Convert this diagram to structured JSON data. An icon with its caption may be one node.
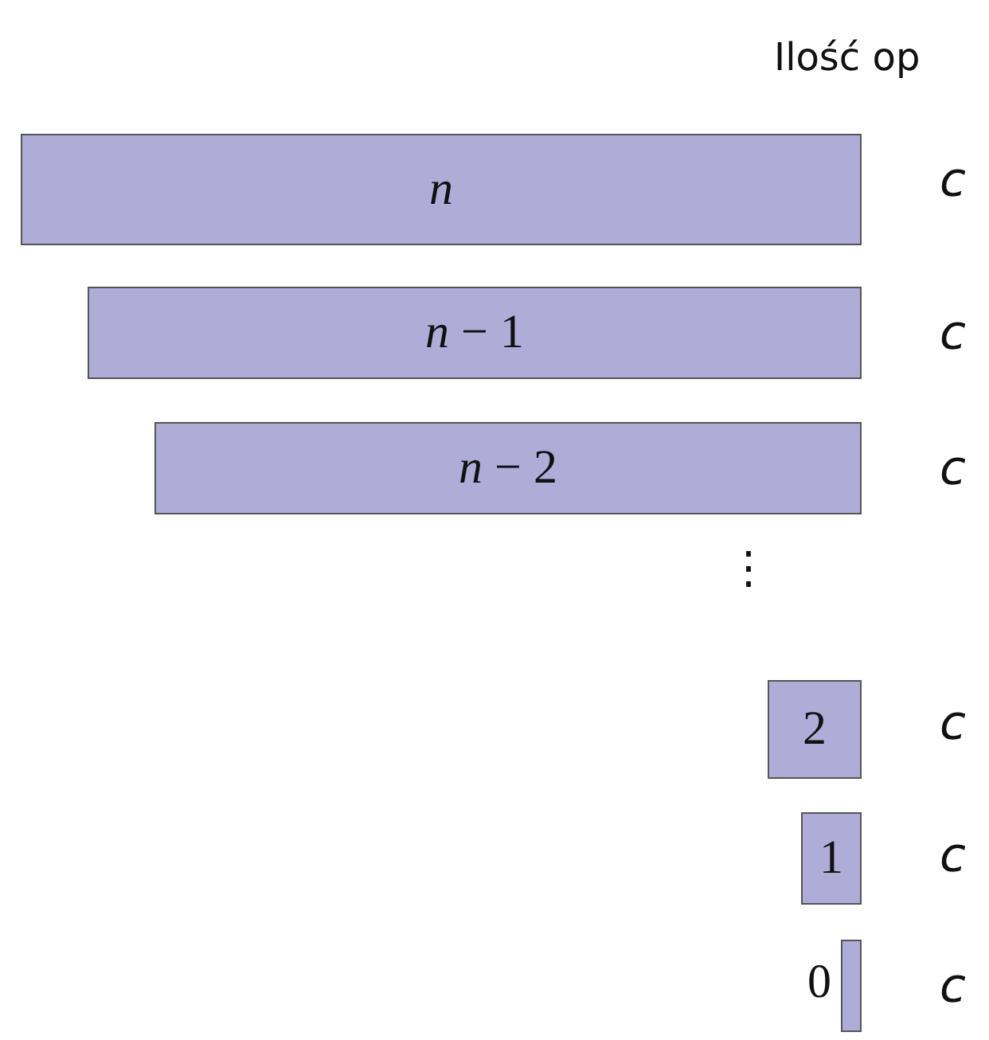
{
  "diagram": {
    "nodes": [
      {
        "text": [
          "*n*"
        ]
      },
      {
        "text": [
          "*n* − 1"
        ]
      },
      {
        "text": [
          "*n* − 2"
        ]
      },
      {
        "text": [
          "2"
        ]
      },
      {
        "text": [
          "1"
        ]
      },
      {
        "text": [],
        "shape": "bar",
        "beside": [
          "0"
        ]
      }
    ],
    "edges": [],
    "labels": [
      "Ilość op",
      "c",
      "c",
      "c",
      "⋮",
      "c",
      "c",
      "c"
    ]
  }
}
